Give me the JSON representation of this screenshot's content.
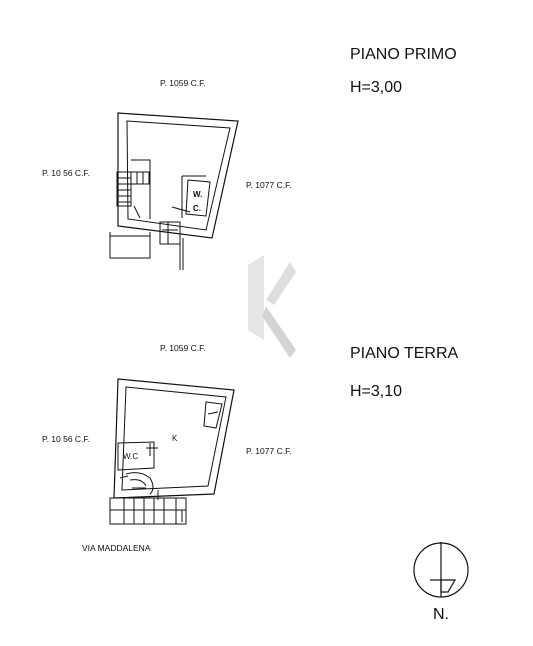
{
  "first_floor": {
    "title": "PIANO PRIMO",
    "height": "H=3,00",
    "parcel_top": "P. 1059 C.F.",
    "parcel_left": "P. 10 56 C.F.",
    "parcel_right": "P. 1077 C.F.",
    "room_wc_line1": "W.",
    "room_wc_line2": "C."
  },
  "ground_floor": {
    "title": "PIANO TERRA",
    "height": "H=3,10",
    "parcel_top": "P. 1059 C.F.",
    "parcel_left": "P. 10 56 C.F.",
    "parcel_right": "P. 1077 C.F.",
    "room_k": "K",
    "room_wc": "W.C",
    "street": "VIA MADDALENA"
  },
  "north": {
    "label": "N."
  },
  "colors": {
    "ink": "#111111",
    "watermark": "#dcdcdc"
  }
}
